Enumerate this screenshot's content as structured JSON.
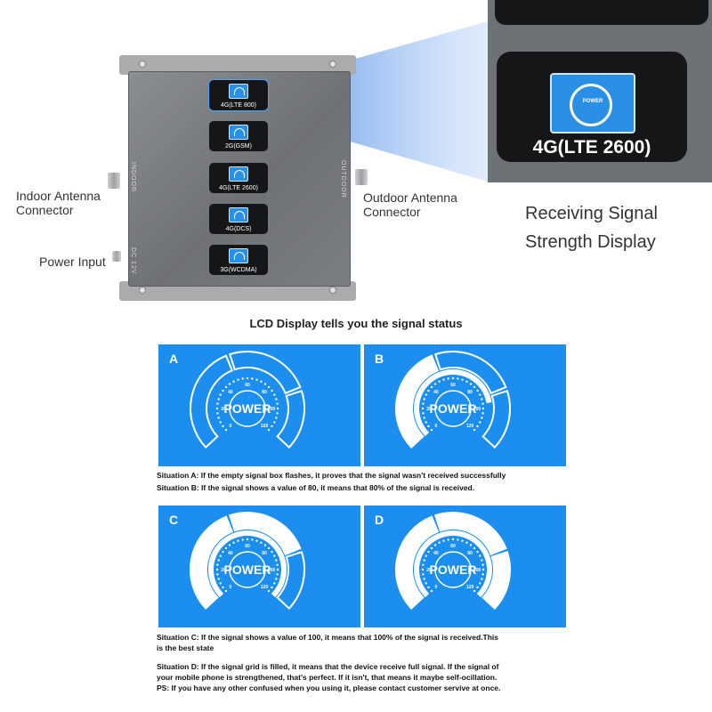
{
  "device": {
    "channels": [
      "4G(LTE 800)",
      "2G(GSM)",
      "4G(LTE 2600)",
      "4G(DCS)",
      "3G(WCDMA)"
    ],
    "indoor_port": "INDOOR",
    "outdoor_port": "OUTDOOR",
    "power_port": "DC 12V"
  },
  "callouts": {
    "indoor_line1": "Indoor Antenna",
    "indoor_line2": "Connector",
    "outdoor_line1": "Outdoor Antenna",
    "outdoor_line2": "Connector",
    "power": "Power Input",
    "display_line1": "Receiving Signal",
    "display_line2": "Strength Display"
  },
  "zoom": {
    "label": "4G(LTE 2600)",
    "icon_text": "POWER"
  },
  "section_title": "LCD Display tells you the signal status",
  "panels": [
    {
      "letter": "A",
      "power": "POWER",
      "filled_fraction": 0.0,
      "highlight": "outline"
    },
    {
      "letter": "B",
      "power": "POWER",
      "filled_fraction": 0.8,
      "highlight": "two-outline"
    },
    {
      "letter": "C",
      "power": "POWER",
      "filled_fraction": 1.0,
      "highlight": "one-outline"
    },
    {
      "letter": "D",
      "power": "POWER",
      "filled_fraction": 1.0,
      "highlight": "full"
    }
  ],
  "gauge_ticks": [
    "0",
    "20",
    "40",
    "60",
    "80",
    "100",
    "120"
  ],
  "captions": {
    "a": "Situation A: If the empty signal box flashes, it proves that the signal wasn't received successfully",
    "b": "Situation B: If the signal shows a value of 80, it means that 80% of the signal is received.",
    "c1": "Situation C: If the signal shows a value of 100, it means that 100% of the signal is received.This",
    "c2": "is the best state",
    "d1": "Situation D: If the signal grid is filled, it means that the device receive full signal. If the signal of",
    "d2": "your mobile phone is strengthened, that's perfect. If it isn't, that means it maybe self-ocillation.",
    "ps": "PS: If you have any other confused when you using it, please contact customer servive at once."
  },
  "colors": {
    "lcd_blue": "#1b8ef0",
    "device_gray": "#7c7f82"
  }
}
